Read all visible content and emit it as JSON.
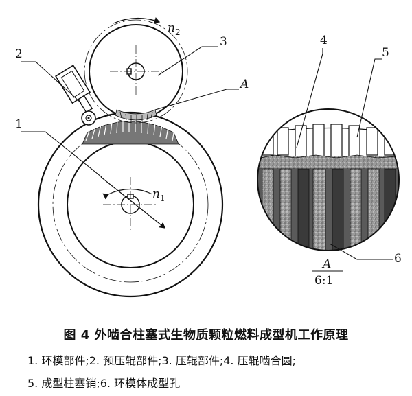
{
  "figure": {
    "labels": {
      "l1": "1",
      "l2": "2",
      "l3": "3",
      "l4": "4",
      "l5": "5",
      "l6": "6",
      "A": "A",
      "n1": "n",
      "n1_sub": "1",
      "n2": "n",
      "n2_sub": "2"
    },
    "detail": {
      "name": "A",
      "scale": "6:1"
    }
  },
  "caption": {
    "title": "图 4    外啮合柱塞式生物质颗粒燃料成型机工作原理",
    "line1": "1. 环模部件;2. 预压辊部件;3. 压辊部件;4. 压辊啮合圆;",
    "line2": "5. 成型柱塞销;6. 环模体成型孔"
  },
  "colors": {
    "ink": "#111111",
    "stipple": "#8a8a8a",
    "dark_hole": "#3a3a3a",
    "background": "#ffffff"
  }
}
